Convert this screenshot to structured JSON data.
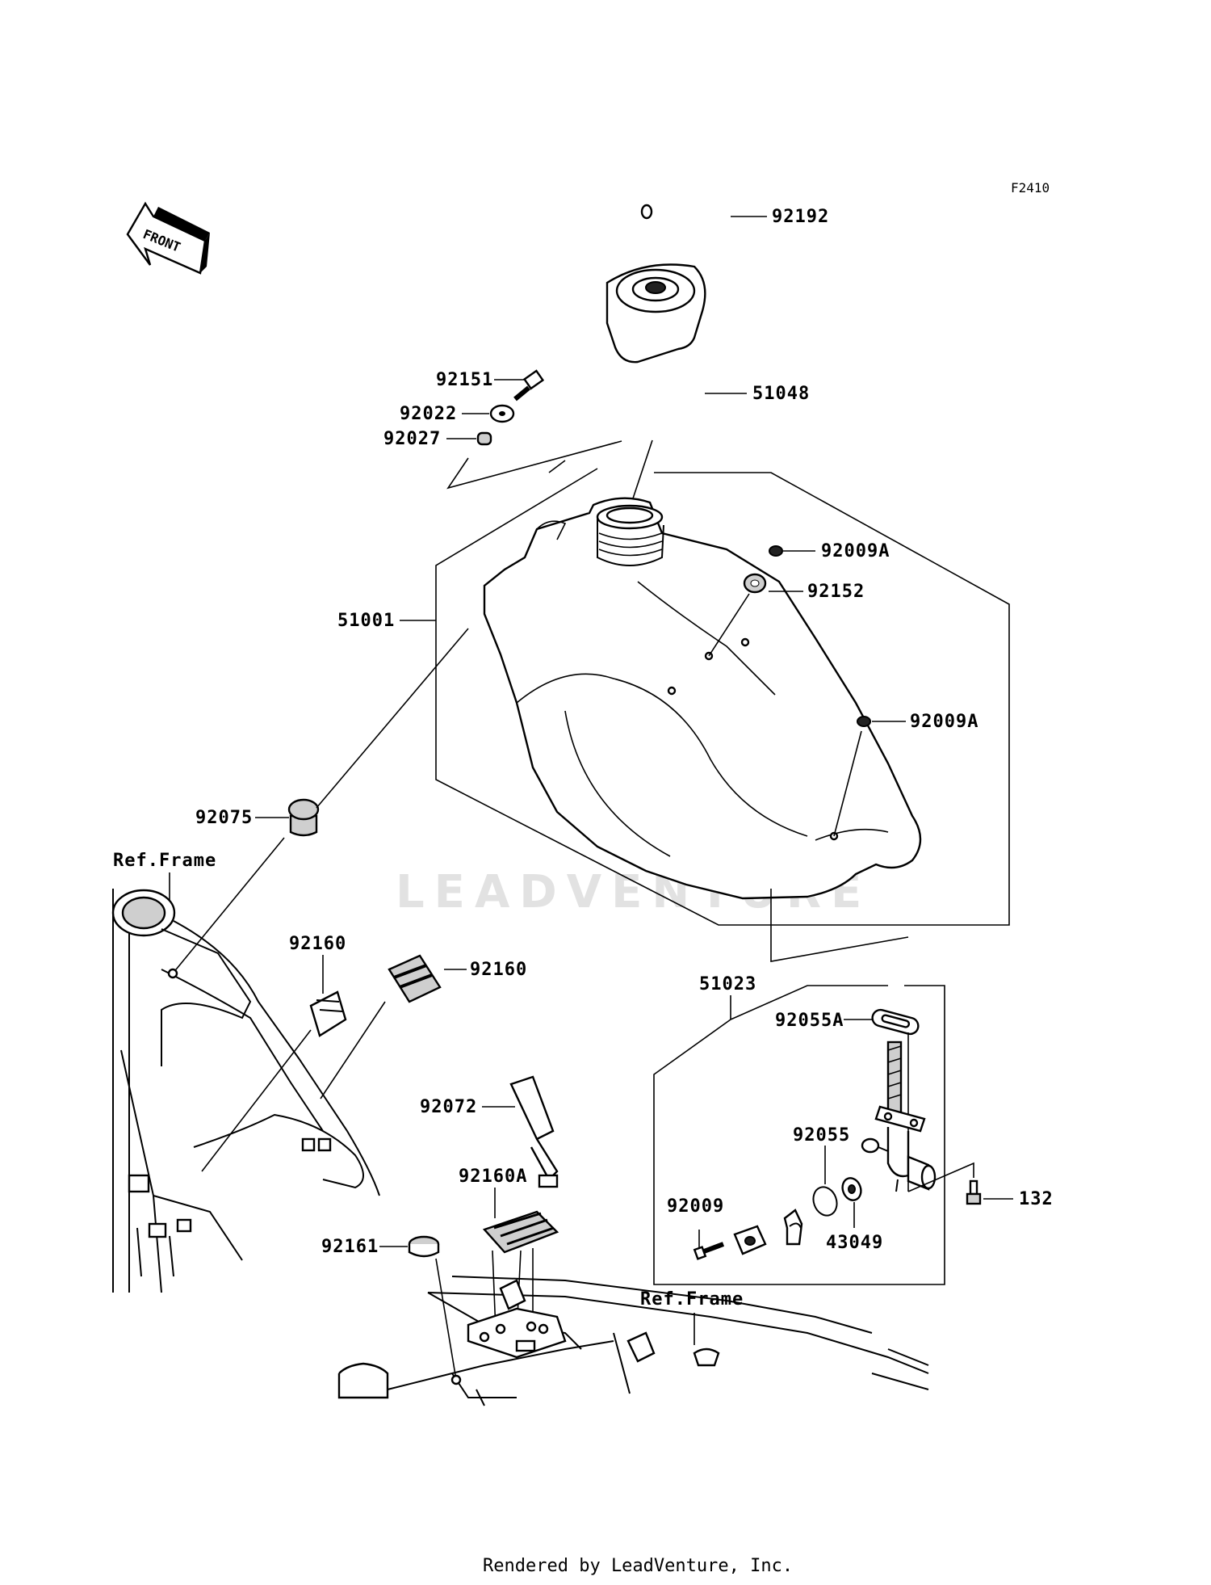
{
  "figure_code": "F2410",
  "front_arrow": {
    "text": "FRONT",
    "icon": "front-direction-arrow"
  },
  "watermark": "LEADVENTURE",
  "footer": "Rendered by LeadVenture, Inc.",
  "callouts": {
    "c92192": "92192",
    "c92151": "92151",
    "c92022": "92022",
    "c92027": "92027",
    "c51048": "51048",
    "c92009A_1": "92009A",
    "c92152": "92152",
    "c51001": "51001",
    "c92009A_2": "92009A",
    "c92075": "92075",
    "ref_frame_1": "Ref.Frame",
    "c92160_1": "92160",
    "c92160_2": "92160",
    "c51023": "51023",
    "c92055A": "92055A",
    "c92072": "92072",
    "c92055": "92055",
    "c92160A": "92160A",
    "c92009": "92009",
    "c43049": "43049",
    "c132": "132",
    "c92161": "92161",
    "ref_frame_2": "Ref.Frame"
  }
}
